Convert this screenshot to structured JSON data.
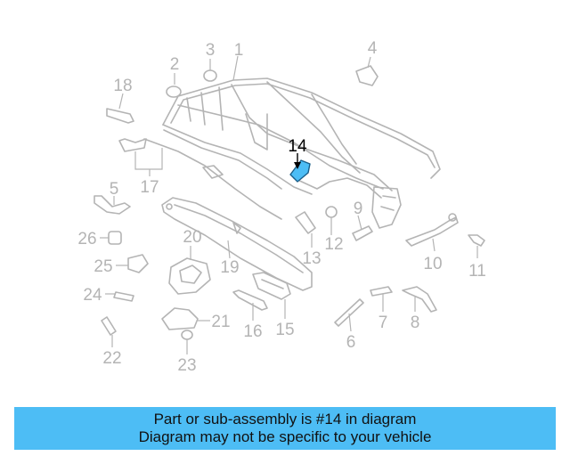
{
  "diagram": {
    "highlighted_part": "14",
    "highlight_color": "#4dbdf5",
    "callouts": [
      {
        "id": "1",
        "text": "1"
      },
      {
        "id": "2",
        "text": "2"
      },
      {
        "id": "3",
        "text": "3"
      },
      {
        "id": "4",
        "text": "4"
      },
      {
        "id": "5",
        "text": "5"
      },
      {
        "id": "6",
        "text": "6"
      },
      {
        "id": "7",
        "text": "7"
      },
      {
        "id": "8",
        "text": "8"
      },
      {
        "id": "9",
        "text": "9"
      },
      {
        "id": "10",
        "text": "10"
      },
      {
        "id": "11",
        "text": "11"
      },
      {
        "id": "12",
        "text": "12"
      },
      {
        "id": "13",
        "text": "13"
      },
      {
        "id": "14",
        "text": "14"
      },
      {
        "id": "15",
        "text": "15"
      },
      {
        "id": "16",
        "text": "16"
      },
      {
        "id": "17",
        "text": "17"
      },
      {
        "id": "18",
        "text": "18"
      },
      {
        "id": "19",
        "text": "19"
      },
      {
        "id": "20",
        "text": "20"
      },
      {
        "id": "21",
        "text": "21"
      },
      {
        "id": "22",
        "text": "22"
      },
      {
        "id": "23",
        "text": "23"
      },
      {
        "id": "24",
        "text": "24"
      },
      {
        "id": "25",
        "text": "25"
      },
      {
        "id": "26",
        "text": "26"
      }
    ]
  },
  "banner": {
    "line1": "Part or sub-assembly is #14 in diagram",
    "line2": "Diagram may not be specific to your vehicle",
    "background": "#4dbdf5"
  }
}
